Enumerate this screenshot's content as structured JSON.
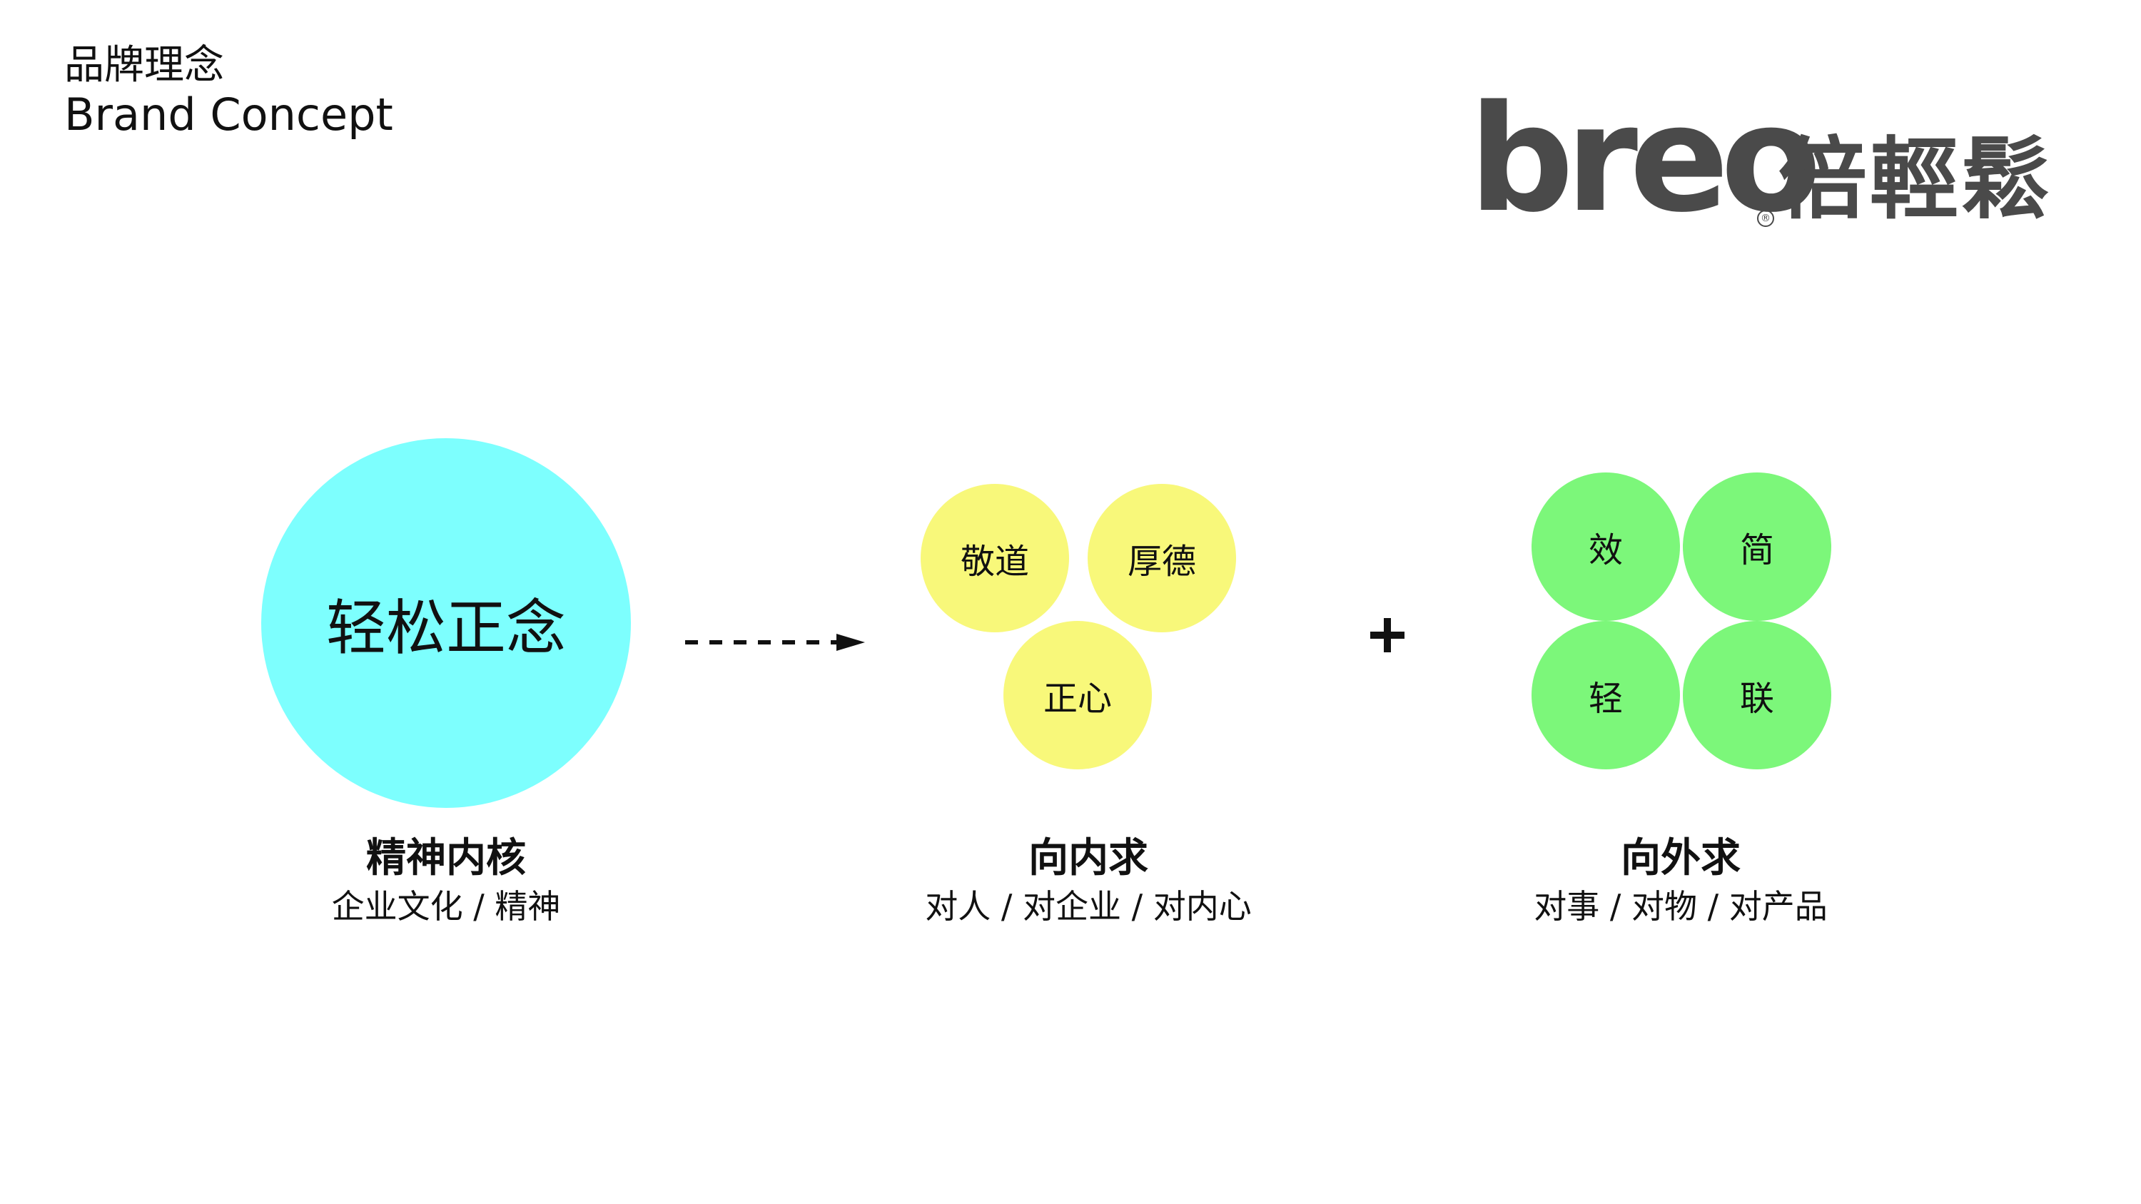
{
  "header": {
    "title_cn": "品牌理念",
    "title_en": "Brand Concept"
  },
  "logo": {
    "latin": "breo",
    "registered": "®",
    "cjk": "倍輕鬆"
  },
  "groups": {
    "core": {
      "circle_label": "轻松正念",
      "title": "精神内核",
      "subtitle": "企业文化 / 精神"
    },
    "inner": {
      "circles": [
        "敬道",
        "厚德",
        "正心"
      ],
      "title": "向内求",
      "subtitle": "对人 / 对企业 / 对内心"
    },
    "outer": {
      "circles": [
        "效",
        "简",
        "轻",
        "联"
      ],
      "title": "向外求",
      "subtitle": "对事 / 对物 / 对产品"
    }
  },
  "colors": {
    "core": "#7dfffe",
    "inner": "#f8f87a",
    "outer": "#7cf77a",
    "logo": "#4a4a4a"
  }
}
